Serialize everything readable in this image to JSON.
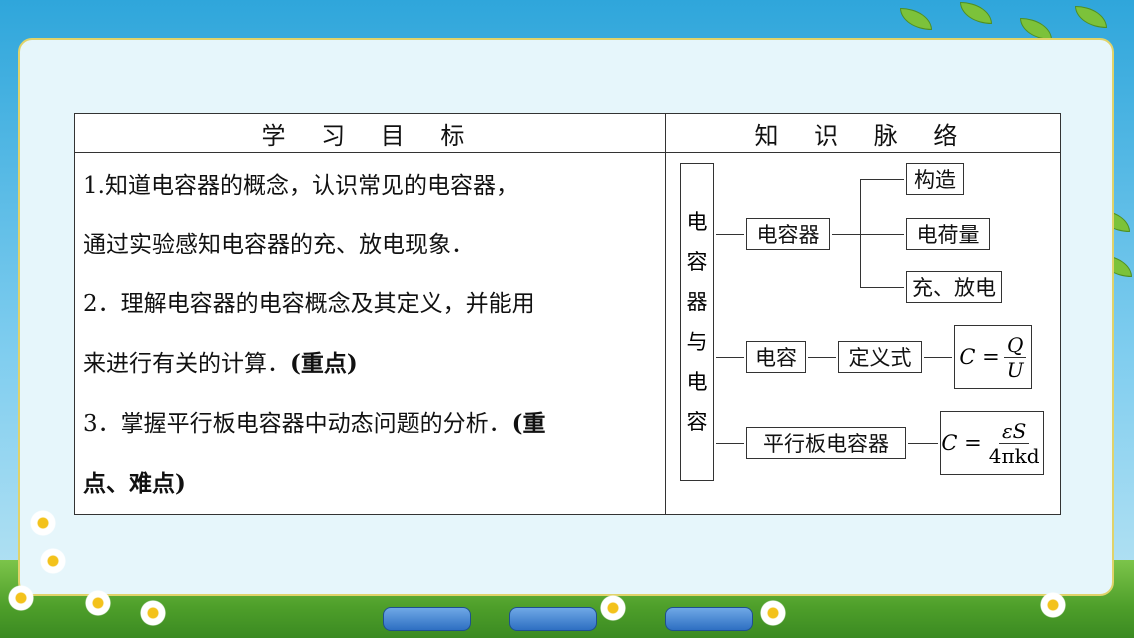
{
  "table": {
    "header_left": "学 习 目 标",
    "header_right": "知 识 脉 络"
  },
  "goals": {
    "line1": "1.知道电容器的概念，认识常见的电容器，",
    "line2": "通过实验感知电容器的充、放电现象．",
    "line3": "2．理解电容器的电容概念及其定义，并能用",
    "line4_text": "来进行有关的计算．",
    "line4_bold": "(重点)",
    "line5_text": "3．掌握平行板电容器中动态问题的分析．",
    "line5_bold": "(重",
    "line6_bold": "点、难点)"
  },
  "map": {
    "root": [
      "电",
      "容",
      "器",
      "与",
      "电",
      "容"
    ],
    "capacitor": "电容器",
    "children": [
      "构造",
      "电荷量",
      "充、放电"
    ],
    "capacitance": "电容",
    "definition": "定义式",
    "def_lhs": "C =",
    "def_num": "Q",
    "def_den": "U",
    "parallel": "平行板电容器",
    "par_lhs": "C =",
    "par_num": "εS",
    "par_den": "4πkd",
    "dash": "—"
  }
}
